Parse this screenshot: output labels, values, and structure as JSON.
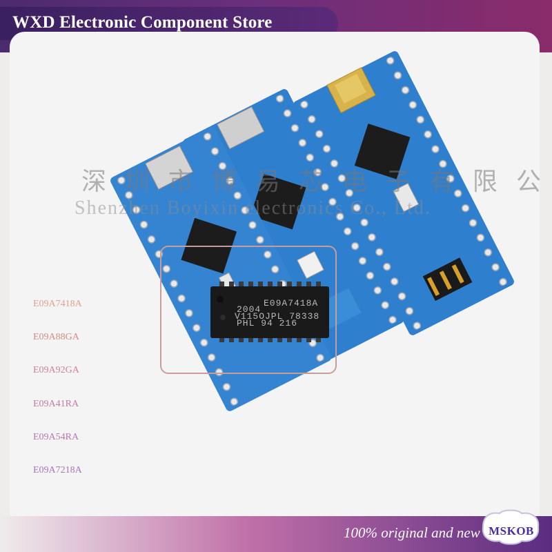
{
  "store_title": "WXD Electronic Component Store",
  "watermark": {
    "chinese": "深 圳 市 博 易 芯 电 子 有 限 公 司",
    "english": "Shenzhen Boyixin electronics Co., Ltd."
  },
  "chip_marking": {
    "line1": "E09A7418A",
    "line2": "2004",
    "line3": "V115OJPL 78338",
    "line4": "PHL 94 216"
  },
  "variants": [
    {
      "label": "E09A7418A",
      "color": "#dea18a"
    },
    {
      "label": "E09A88GA",
      "color": "#d58c82"
    },
    {
      "label": "E09A92GA",
      "color": "#cf8295"
    },
    {
      "label": "E09A41RA",
      "color": "#c47aa3"
    },
    {
      "label": "E09A54RA",
      "color": "#b877b0"
    },
    {
      "label": "E09A7218A",
      "color": "#a874b8"
    }
  ],
  "footer": {
    "tagline": "100% original and new",
    "badge": "MSKOB"
  },
  "colors": {
    "pcb_blue": "#2f7fcf",
    "banner_purple": "#5b2a78",
    "highlight_border": "#c99c9c"
  }
}
